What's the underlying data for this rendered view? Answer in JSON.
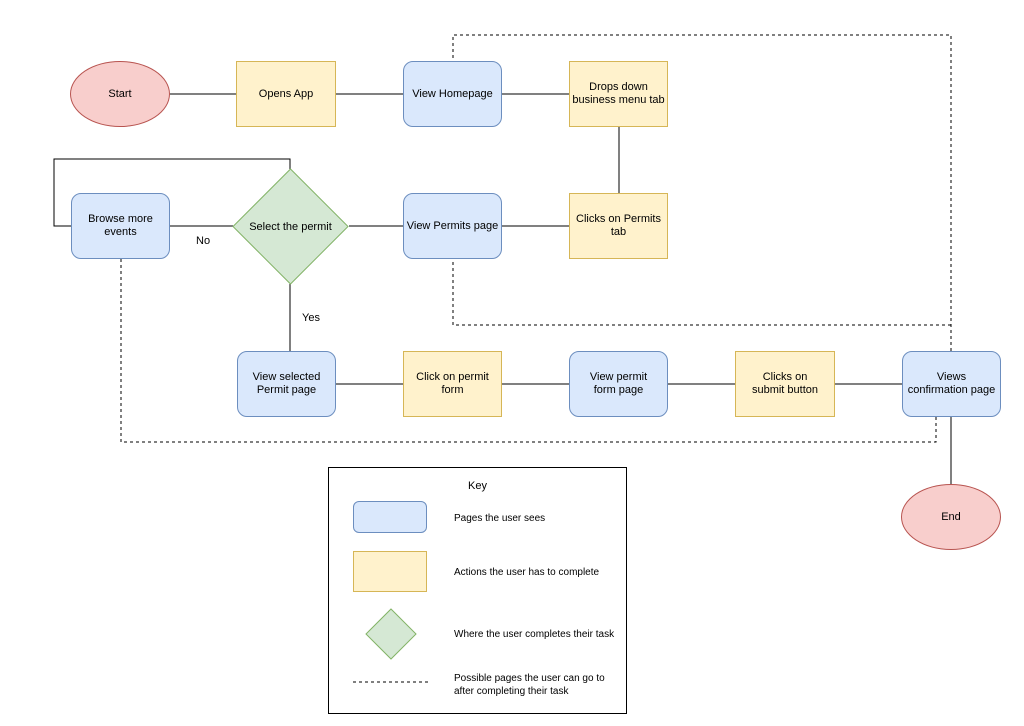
{
  "nodes": {
    "start": "Start",
    "opens_app": "Opens App",
    "view_homepage": "View Homepage",
    "drops_down": "Drops down business menu tab",
    "browse_events": "Browse more events",
    "select_permit": "Select the permit",
    "view_permits": "View Permits page",
    "clicks_permits_tab": "Clicks on Permits tab",
    "view_selected_permit": "View selected Permit page",
    "click_permit_form": "Click on permit form",
    "view_permit_form": "View permit form page",
    "clicks_submit": "Clicks on submit button",
    "views_confirmation": "Views confirmation page",
    "end": "End"
  },
  "edge_labels": {
    "no": "No",
    "yes": "Yes"
  },
  "key": {
    "title": "Key",
    "pages": "Pages the user sees",
    "actions": "Actions the user has to complete",
    "task": "Where the user completes their task",
    "possible": "Possible pages the user can go to after completing their task"
  },
  "colors": {
    "page_fill": "#dae8fc",
    "page_stroke": "#6c8ebf",
    "action_fill": "#fff2cc",
    "action_stroke": "#d6b656",
    "oval_fill": "#f8cecc",
    "oval_stroke": "#b85450",
    "decision_fill": "#d5e8d4",
    "decision_stroke": "#82b366"
  }
}
